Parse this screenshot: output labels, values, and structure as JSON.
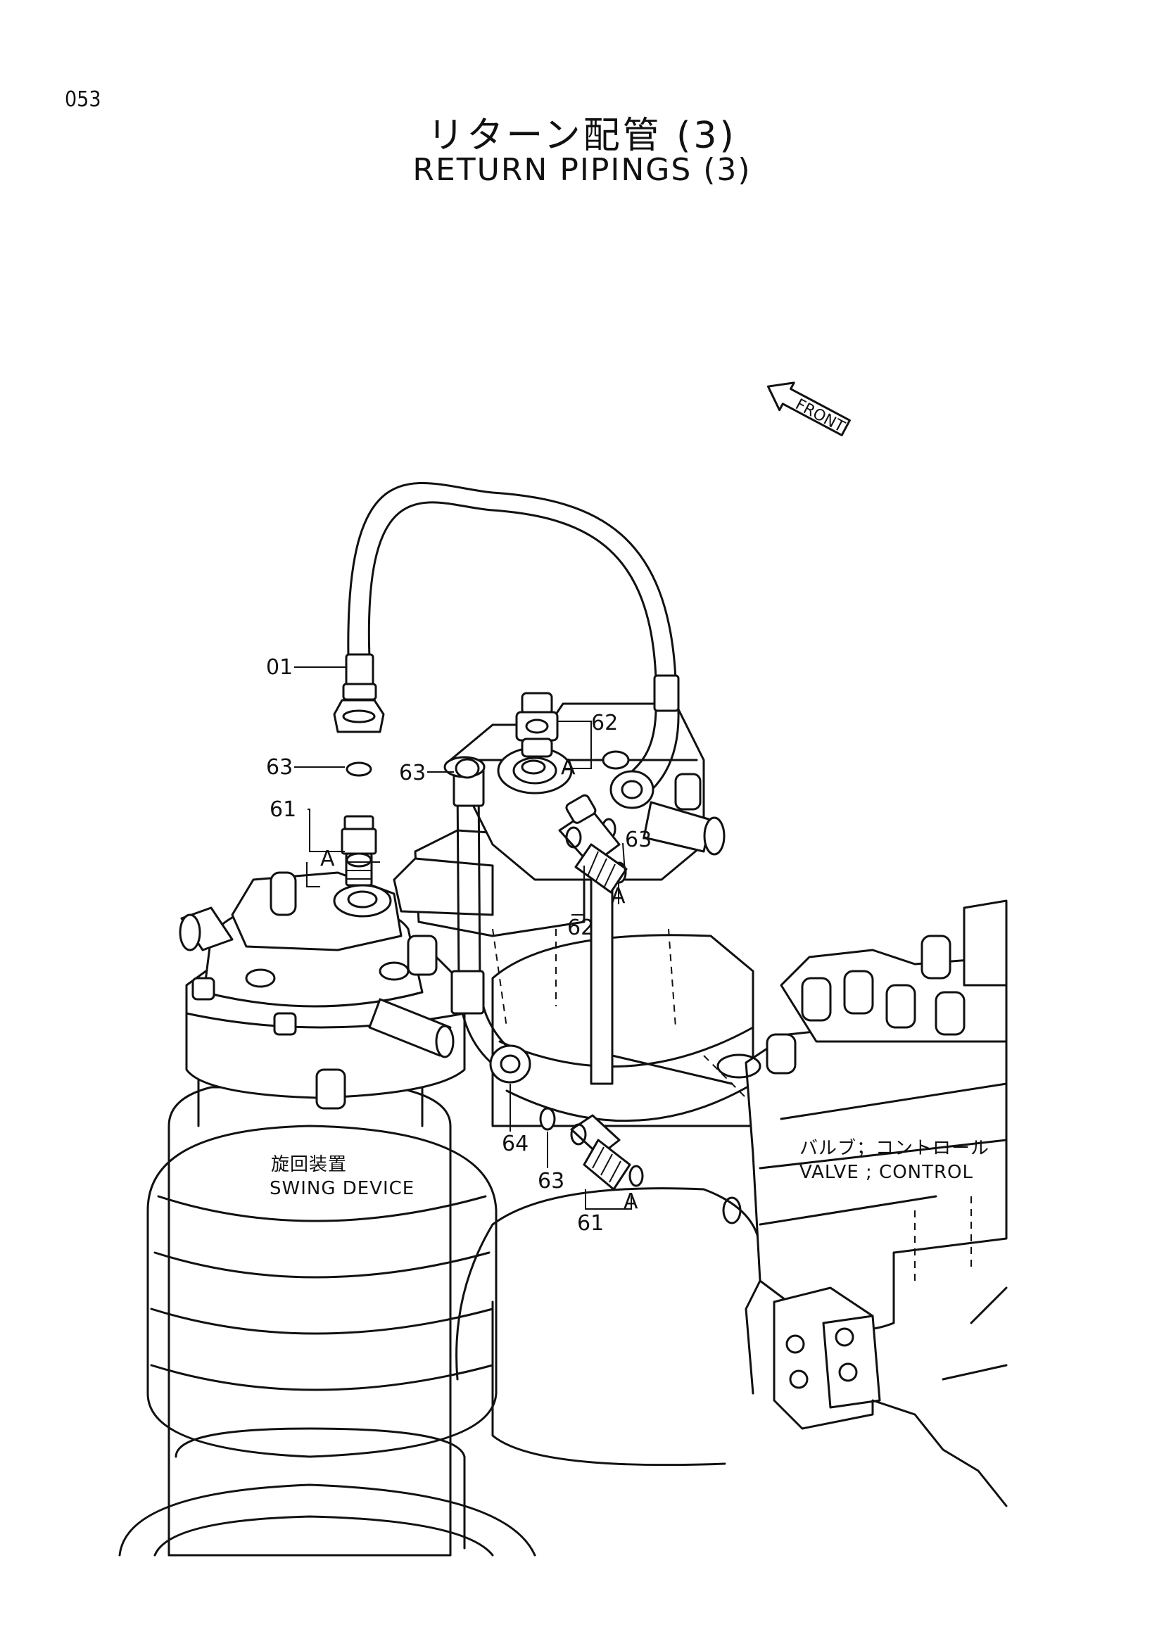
{
  "page_number": "053",
  "title_jp": "リターン配管 (3)",
  "title_en": "RETURN PIPINGS (3)",
  "front_label": "FRONT",
  "callouts": {
    "c01": "01",
    "c63a": "63",
    "c61a": "61",
    "c63b": "63",
    "c62a": "62",
    "c63c": "63",
    "c62b": "62",
    "c64": "64",
    "c63d": "63",
    "c61b": "61"
  },
  "section_marks": {
    "a1": "A",
    "a2": "A",
    "a3": "A",
    "a4": "A"
  },
  "component_labels": {
    "swing_device_jp": "旋回装置",
    "swing_device_en": "SWING DEVICE",
    "control_valve_jp": "バルブ；コントロール",
    "control_valve_en": "VALVE ; CONTROL"
  }
}
